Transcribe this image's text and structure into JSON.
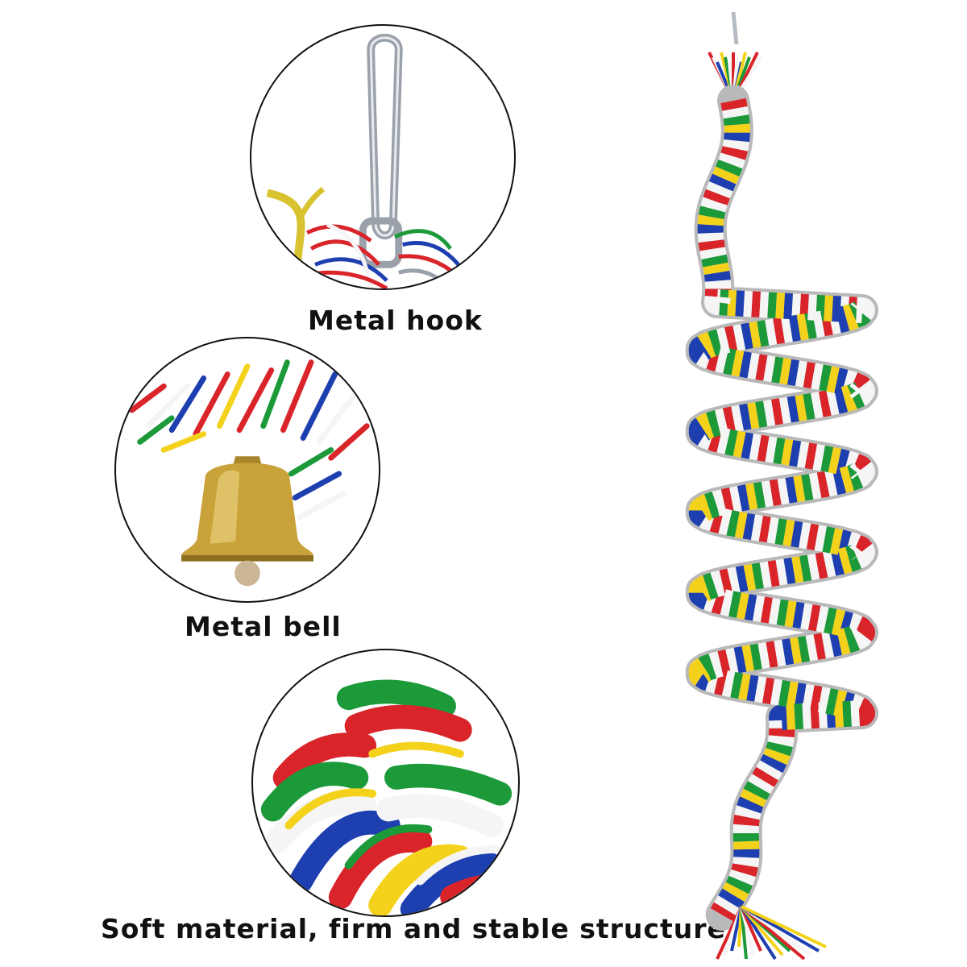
{
  "captions": {
    "hook": "Metal hook",
    "bell": "Metal bell",
    "rope": "Soft material, firm and stable structure"
  },
  "colors": {
    "red": "#d9242a",
    "blue": "#1e3fb0",
    "green": "#1c9a3a",
    "yellow": "#f4d21c",
    "white": "#f5f5f5",
    "metal": "#b7bcc4",
    "brass": "#c9a33a"
  },
  "icons": {
    "hook": "metal-hook-icon",
    "bell": "metal-bell-icon",
    "rope": "rope-closeup-icon"
  }
}
